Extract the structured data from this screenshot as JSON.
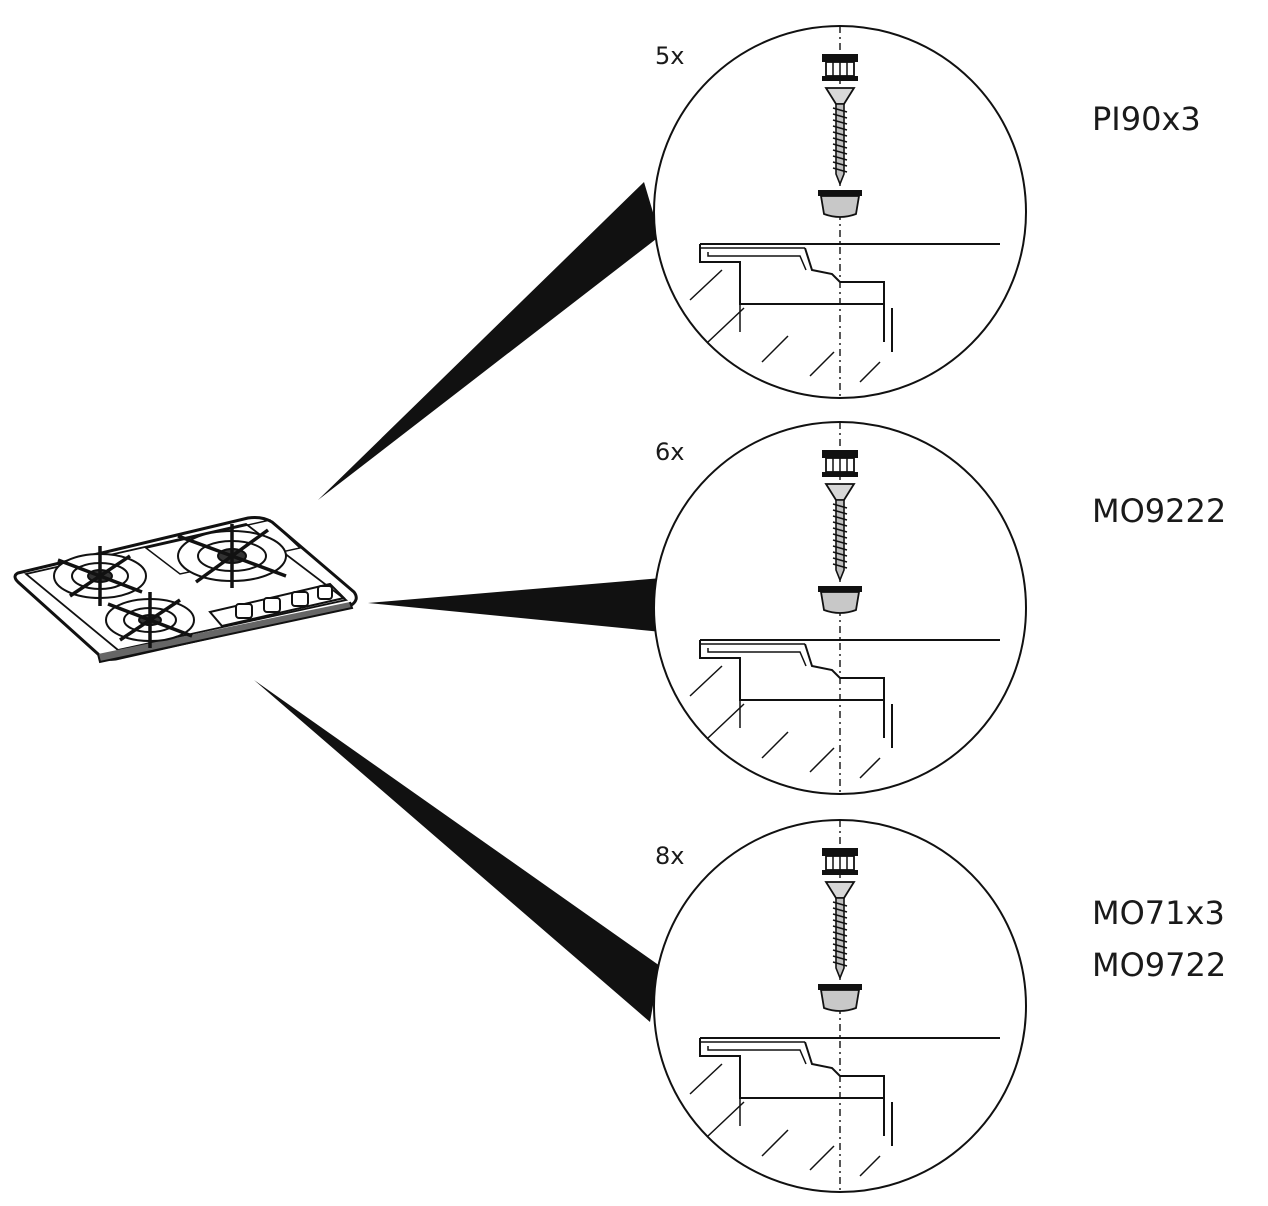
{
  "details": [
    {
      "quantity": "5x",
      "models": [
        "PI90x3"
      ]
    },
    {
      "quantity": "6x",
      "models": [
        "MO9222"
      ]
    },
    {
      "quantity": "8x",
      "models": [
        "MO71x3",
        "MO9722"
      ]
    }
  ],
  "icons": {
    "main": "gas-hob-icon",
    "detail_parts": [
      "screw-cap-icon",
      "screw-icon",
      "wall-plug-icon",
      "countertop-section-icon"
    ]
  },
  "colors": {
    "line": "#111111",
    "plug_fill": "#c8c8c8",
    "background": "#ffffff"
  }
}
